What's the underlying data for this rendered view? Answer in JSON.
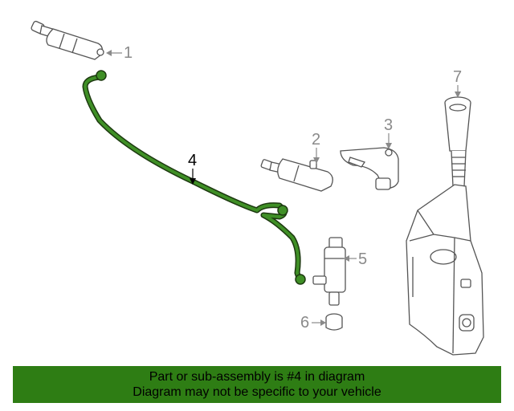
{
  "callouts": {
    "c1": "1",
    "c2": "2",
    "c3": "3",
    "c4": "4",
    "c5": "5",
    "c6": "6",
    "c7": "7"
  },
  "banner": {
    "line1": "Part or sub-assembly is #4 in diagram",
    "line2": "Diagram may not be specific to your vehicle"
  },
  "colors": {
    "highlight": "#2e6b1c",
    "banner": "#2e7d14",
    "line_art": "#555555",
    "callout_gray": "#8a8a8a"
  }
}
